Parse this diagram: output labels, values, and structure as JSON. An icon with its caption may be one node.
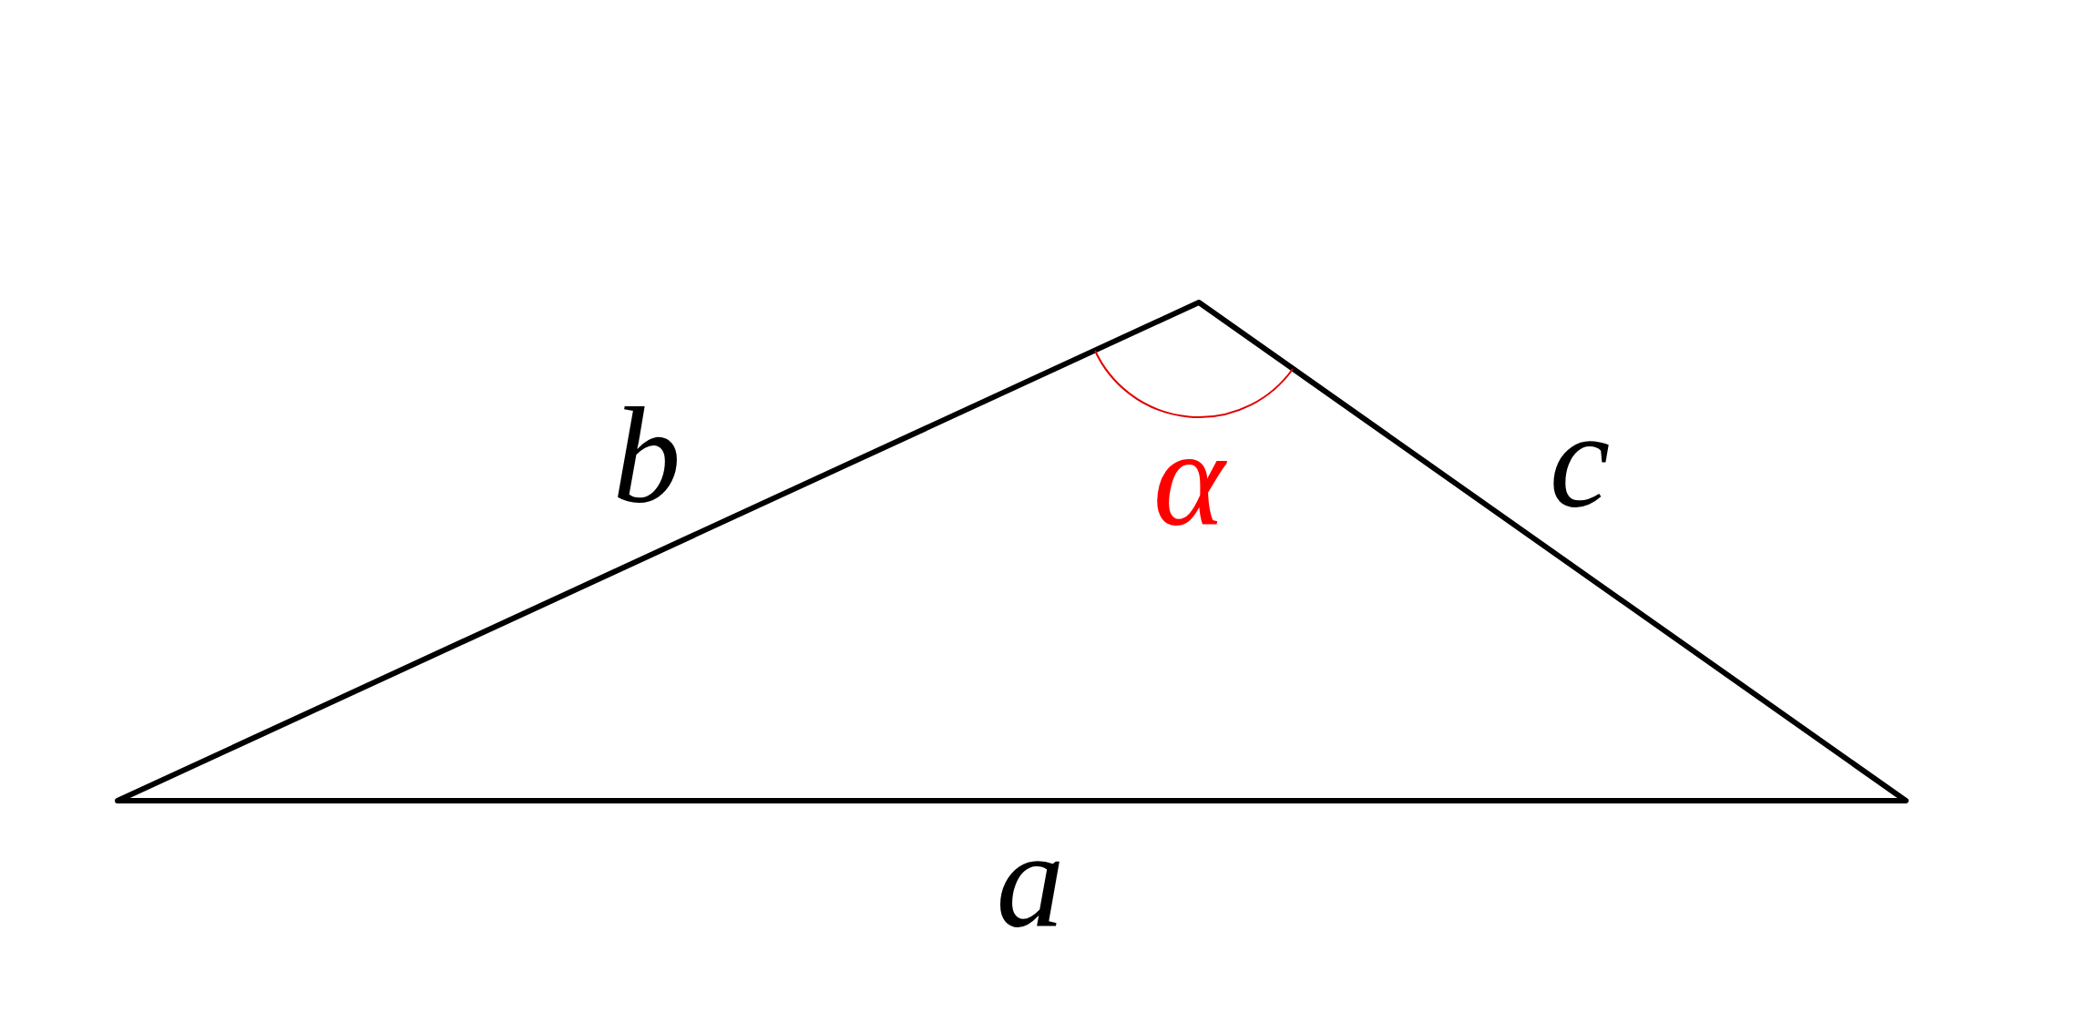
{
  "diagram": {
    "labels": [
      "b",
      "α",
      "c",
      "a"
    ]
  }
}
